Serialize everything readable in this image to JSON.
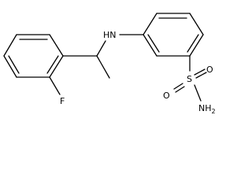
{
  "molecule": {
    "atoms": {
      "fluorine": "F",
      "amine": "HN",
      "sulfur": "S",
      "oxygen_top": "O",
      "oxygen_bottom": "O",
      "sulfonamide_n": "NH",
      "sulfonamide_h_count": "2"
    },
    "colors": {
      "bond": "#000000",
      "label": "#000000",
      "background": "#ffffff"
    }
  }
}
